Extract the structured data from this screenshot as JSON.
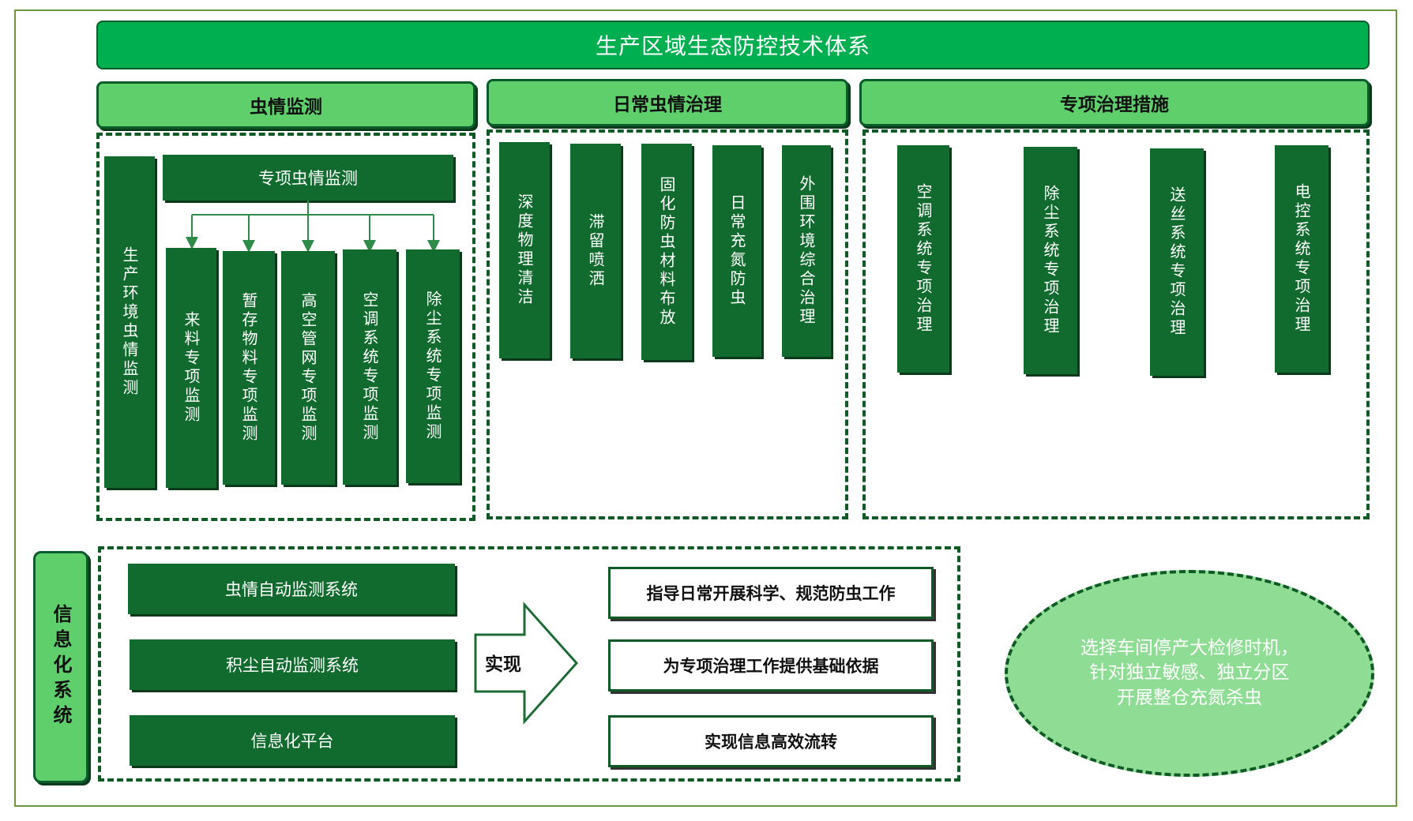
{
  "title": "生产区域生态防控技术体系",
  "sections": {
    "monitoring": {
      "header": "虫情监测",
      "env_monitor": "生产环境虫情监测",
      "special_header": "专项虫情监测",
      "special_items": [
        "来料专项监测",
        "暂存物料专项监测",
        "高空管网专项监测",
        "空调系统专项监测",
        "除尘系统专项监测"
      ]
    },
    "daily": {
      "header": "日常虫情治理",
      "items": [
        "深度物理清洁",
        "滞留喷洒",
        "固化防虫材料布放",
        "日常充氮防虫",
        "外围环境综合治理"
      ]
    },
    "special": {
      "header": "专项治理措施",
      "items": [
        "空调系统专项治理",
        "除尘系统专项治理",
        "送丝系统专项治理",
        "电控系统专项治理"
      ]
    }
  },
  "info": {
    "header": "信息化系统",
    "systems": [
      "虫情自动监测系统",
      "积尘自动监测系统",
      "信息化平台"
    ],
    "arrow_label": "实现",
    "results": [
      "指导日常开展科学、规范防虫工作",
      "为专项治理工作提供基础依据",
      "实现信息高效流转"
    ]
  },
  "ellipse_lines": [
    "选择车间停产大检修时机，",
    "针对独立敏感、独立分区",
    "开展整仓充氮杀虫"
  ],
  "colors": {
    "title_green": "#00b050",
    "header_green": "#5fcf6b",
    "dark_green": "#116b2e",
    "ellipse_green": "#8fdd94"
  }
}
